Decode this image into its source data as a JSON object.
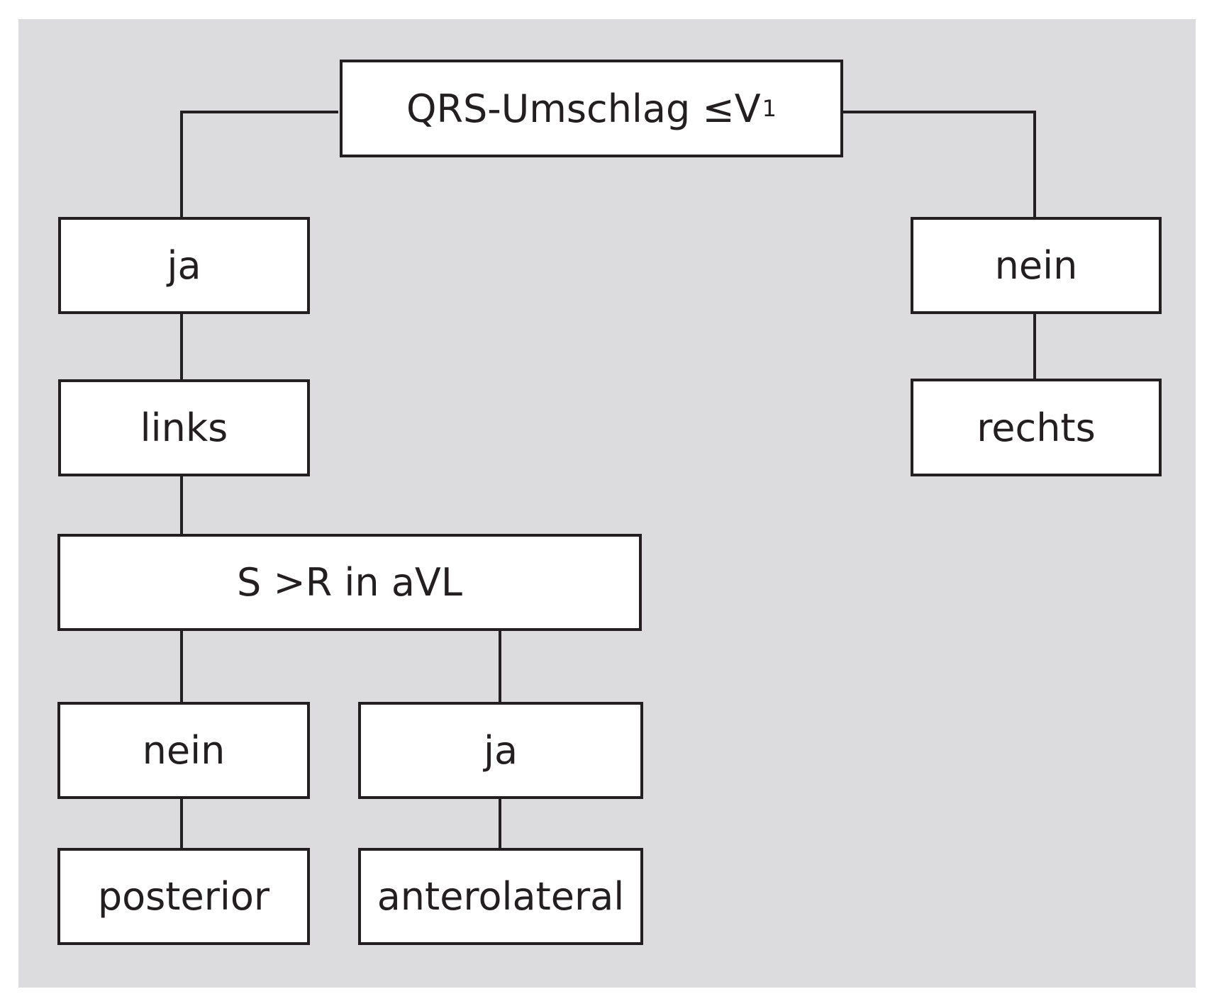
{
  "diagram": {
    "root": {
      "label": "QRS-Umschlag ≤V",
      "subscript": "1"
    },
    "left_branch": {
      "answer": "ja",
      "result": "links",
      "criterion": "S >R in aVL",
      "criterion_no": {
        "answer": "nein",
        "result": "posterior"
      },
      "criterion_yes": {
        "answer": "ja",
        "result": "anterolateral"
      }
    },
    "right_branch": {
      "answer": "nein",
      "result": "rechts"
    }
  },
  "colors": {
    "panel_background": "#dcdcde",
    "box_fill": "#ffffff",
    "line": "#231f20"
  }
}
